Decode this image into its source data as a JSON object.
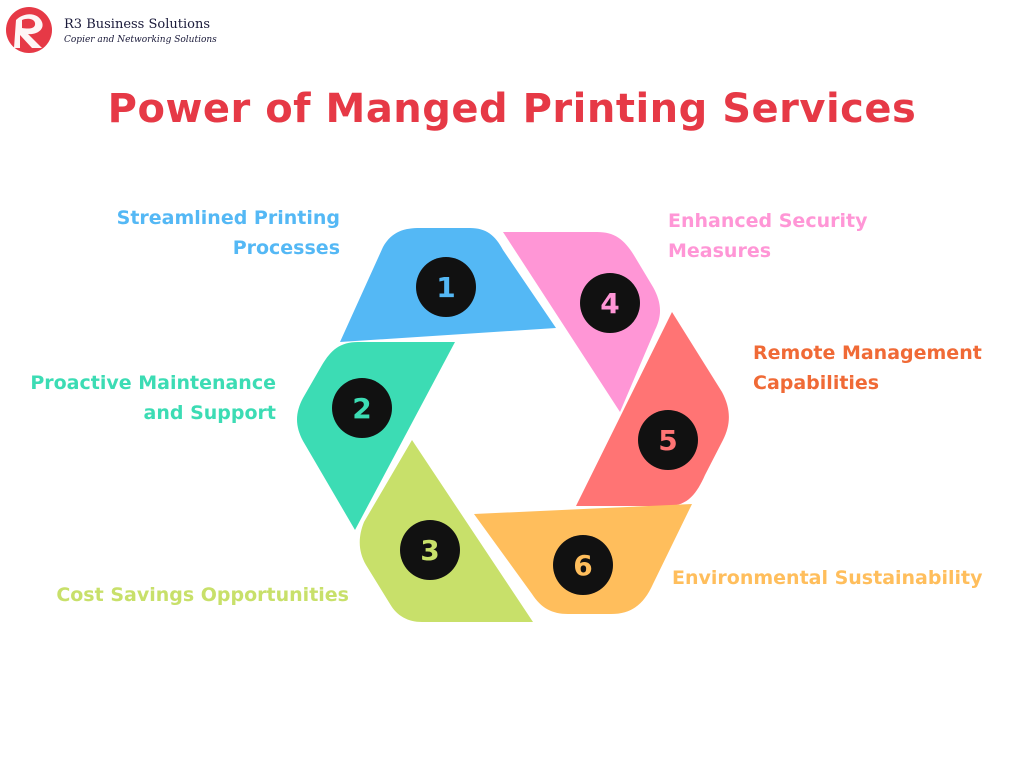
{
  "brand": {
    "name": "R3 Business Solutions",
    "tagline": "Copier and Networking Solutions",
    "logo_color": "#e63946"
  },
  "title": "Power of Manged Printing Services",
  "steps": [
    {
      "number": "1",
      "lines": [
        "Streamlined Printing",
        "Processes"
      ],
      "color": "#54b8f5"
    },
    {
      "number": "2",
      "lines": [
        "Proactive Maintenance",
        "and Support"
      ],
      "color": "#3cdcb4"
    },
    {
      "number": "3",
      "lines": [
        "Cost Savings Opportunities"
      ],
      "color": "#c8e06a"
    },
    {
      "number": "4",
      "lines": [
        "Enhanced Security",
        "Measures"
      ],
      "color": "#ff96d6"
    },
    {
      "number": "5",
      "lines": [
        "Remote Management",
        "Capabilities"
      ],
      "color": "#ff7474",
      "text_color": "#f06a36"
    },
    {
      "number": "6",
      "lines": [
        "Environmental Sustainability"
      ],
      "color": "#ffbe5c"
    }
  ],
  "badge_color": "#111111"
}
